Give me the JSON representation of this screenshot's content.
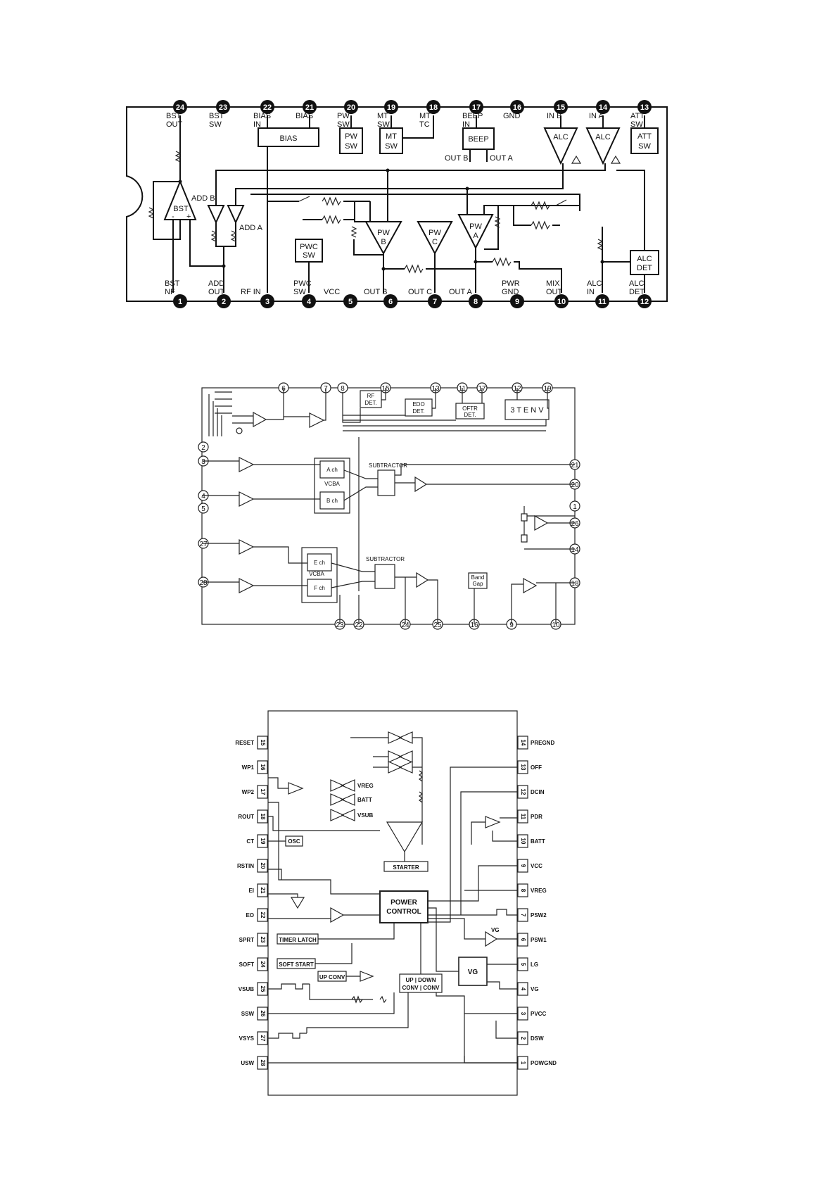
{
  "diagram1": {
    "top_pins": [
      {
        "n": "24",
        "l1": "BST",
        "l2": "OUT"
      },
      {
        "n": "23",
        "l1": "BST",
        "l2": "SW"
      },
      {
        "n": "22",
        "l1": "BIAS",
        "l2": "IN"
      },
      {
        "n": "21",
        "l1": "BIAS",
        "l2": ""
      },
      {
        "n": "20",
        "l1": "PW",
        "l2": "SW"
      },
      {
        "n": "19",
        "l1": "MT",
        "l2": "SW"
      },
      {
        "n": "18",
        "l1": "MT",
        "l2": "TC"
      },
      {
        "n": "17",
        "l1": "BEEP",
        "l2": "IN"
      },
      {
        "n": "16",
        "l1": "GND",
        "l2": ""
      },
      {
        "n": "15",
        "l1": "IN B",
        "l2": ""
      },
      {
        "n": "14",
        "l1": "IN A",
        "l2": ""
      },
      {
        "n": "13",
        "l1": "ATT",
        "l2": "SW"
      }
    ],
    "bottom_pins": [
      {
        "n": "1",
        "l1": "BST",
        "l2": "NF"
      },
      {
        "n": "2",
        "l1": "ADD",
        "l2": "OUT"
      },
      {
        "n": "3",
        "l1": "RF IN",
        "l2": ""
      },
      {
        "n": "4",
        "l1": "PWC",
        "l2": "SW"
      },
      {
        "n": "5",
        "l1": "VCC",
        "l2": ""
      },
      {
        "n": "6",
        "l1": "OUT B",
        "l2": ""
      },
      {
        "n": "7",
        "l1": "OUT C",
        "l2": ""
      },
      {
        "n": "8",
        "l1": "OUT A",
        "l2": ""
      },
      {
        "n": "9",
        "l1": "PWR",
        "l2": "GND"
      },
      {
        "n": "10",
        "l1": "MIX",
        "l2": "OUT"
      },
      {
        "n": "11",
        "l1": "ALC",
        "l2": "IN"
      },
      {
        "n": "12",
        "l1": "ALC",
        "l2": "DET"
      }
    ],
    "blocks": {
      "bias": "BIAS",
      "pw_sw_1": "PW",
      "pw_sw_2": "SW",
      "mt_sw_1": "MT",
      "mt_sw_2": "SW",
      "beep": "BEEP",
      "beep_out_b": "OUT B",
      "beep_out_a": "OUT  A",
      "att_sw_1": "ATT",
      "att_sw_2": "SW",
      "alc_b": "ALC",
      "alc_a": "ALC",
      "bst": "BST",
      "add_b": "ADD B",
      "add_a": "ADD A",
      "pwc_sw_1": "PWC",
      "pwc_sw_2": "SW",
      "pw_b_1": "PW",
      "pw_b_2": "B",
      "pw_c_1": "PW",
      "pw_c_2": "C",
      "pw_a_1": "PW",
      "pw_a_2": "A",
      "alc_det_1": "ALC",
      "alc_det_2": "DET"
    }
  },
  "diagram2": {
    "top_pins": [
      "6",
      "7",
      "8",
      "15",
      "13",
      "11",
      "17",
      "12",
      "19"
    ],
    "left_pins": [
      "2",
      "3",
      "4",
      "5",
      "27",
      "28"
    ],
    "right_pins": [
      "21",
      "20",
      "1",
      "26",
      "14",
      "18"
    ],
    "bottom_pins": [
      "23",
      "22",
      "24",
      "25",
      "16",
      "9",
      "10"
    ],
    "blocks": {
      "rf_det_1": "RF",
      "rf_det_2": "DET.",
      "edo_det_1": "EDO",
      "edo_det_2": "DET.",
      "oftr_det_1": "OFTR",
      "oftr_det_2": "DET.",
      "tenv": "3 T E N V",
      "ach": "A ch",
      "bch": "B ch",
      "vcba_1": "VCBA",
      "ech": "E ch",
      "fch": "F ch",
      "vcba_2": "VCBA",
      "subtractor_1": "SUBTRACTOR",
      "subtractor_2": "SUBTRACTOR",
      "bandgap_1": "Band",
      "bandgap_2": "Gap"
    }
  },
  "diagram3": {
    "left_pins": [
      {
        "n": "15",
        "l": "RESET"
      },
      {
        "n": "16",
        "l": "WP1"
      },
      {
        "n": "17",
        "l": "WP2"
      },
      {
        "n": "18",
        "l": "ROUT"
      },
      {
        "n": "19",
        "l": "CT"
      },
      {
        "n": "20",
        "l": "RSTIN"
      },
      {
        "n": "21",
        "l": "EI"
      },
      {
        "n": "22",
        "l": "EO"
      },
      {
        "n": "23",
        "l": "SPRT"
      },
      {
        "n": "24",
        "l": "SOFT"
      },
      {
        "n": "25",
        "l": "VSUB"
      },
      {
        "n": "26",
        "l": "SSW"
      },
      {
        "n": "27",
        "l": "VSYS"
      },
      {
        "n": "28",
        "l": "USW"
      }
    ],
    "right_pins": [
      {
        "n": "14",
        "l": "PREGND"
      },
      {
        "n": "13",
        "l": "OFF"
      },
      {
        "n": "12",
        "l": "DCIN"
      },
      {
        "n": "11",
        "l": "PDR"
      },
      {
        "n": "10",
        "l": "BATT"
      },
      {
        "n": "9",
        "l": "VCC"
      },
      {
        "n": "8",
        "l": "VREG"
      },
      {
        "n": "7",
        "l": "PSW2"
      },
      {
        "n": "6",
        "l": "PSW1"
      },
      {
        "n": "5",
        "l": "LG"
      },
      {
        "n": "4",
        "l": "VG"
      },
      {
        "n": "3",
        "l": "PVCC"
      },
      {
        "n": "2",
        "l": "DSW"
      },
      {
        "n": "1",
        "l": "POWGND"
      }
    ],
    "blocks": {
      "osc": "OSC",
      "starter": "STARTER",
      "power_control_1": "POWER",
      "power_control_2": "CONTROL",
      "timer_latch": "TIMER LATCH",
      "soft_start": "SOFT START",
      "up_conv": "UP CONV",
      "updown_1": "UP  |  DOWN",
      "updown_2": "CONV | CONV",
      "vg": "VG",
      "vg_small": "VG",
      "vreg": "VREG",
      "batt": "BATT",
      "vsub": "VSUB"
    }
  }
}
